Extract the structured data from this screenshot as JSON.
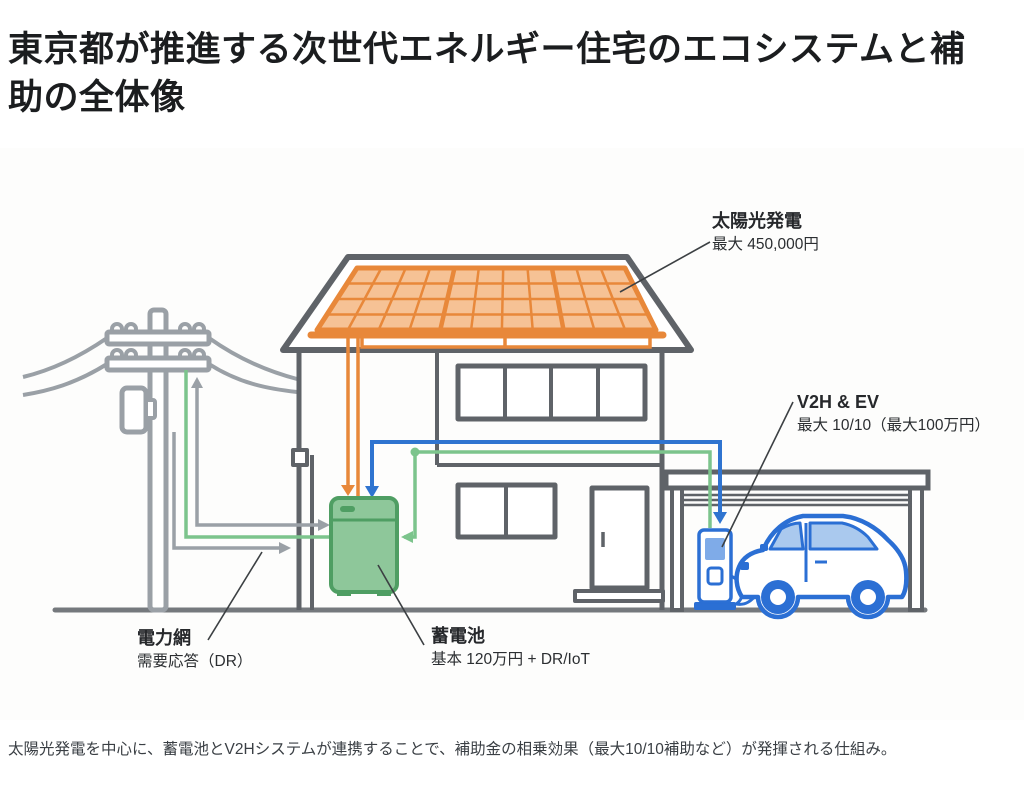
{
  "header": {
    "title": "東京都が推進する次世代エネルギー住宅のエコシステムと補助の全体像"
  },
  "figure": {
    "labels": {
      "solar": {
        "title": "太陽光発電",
        "subtitle": "最大 450,000円"
      },
      "v2h": {
        "title": "V2H & EV",
        "subtitle": "最大 10/10（最大100万円）"
      },
      "grid": {
        "title": "電力網",
        "subtitle": "需要応答（DR）"
      },
      "battery": {
        "title": "蓄電池",
        "subtitle": "基本 120万円 + DR/IoT"
      }
    },
    "colors": {
      "outline_dark_gray": "#5f6368",
      "pole_light_gray": "#9aa0a6",
      "solar_orange": "#e8883a",
      "solar_fill": "#f6c295",
      "battery_green_fill": "#8ec79a",
      "battery_green_stroke": "#4f9e63",
      "flow_green": "#7cc48c",
      "flow_blue": "#2f74d0",
      "car_blue": "#2b6fd4",
      "car_window_blue": "#aac9ee"
    }
  },
  "caption": {
    "text": "太陽光発電を中心に、蓄電池とV2Hシステムが連携することで、補助金の相乗効果（最大10/10補助など）が発揮される仕組み。"
  }
}
